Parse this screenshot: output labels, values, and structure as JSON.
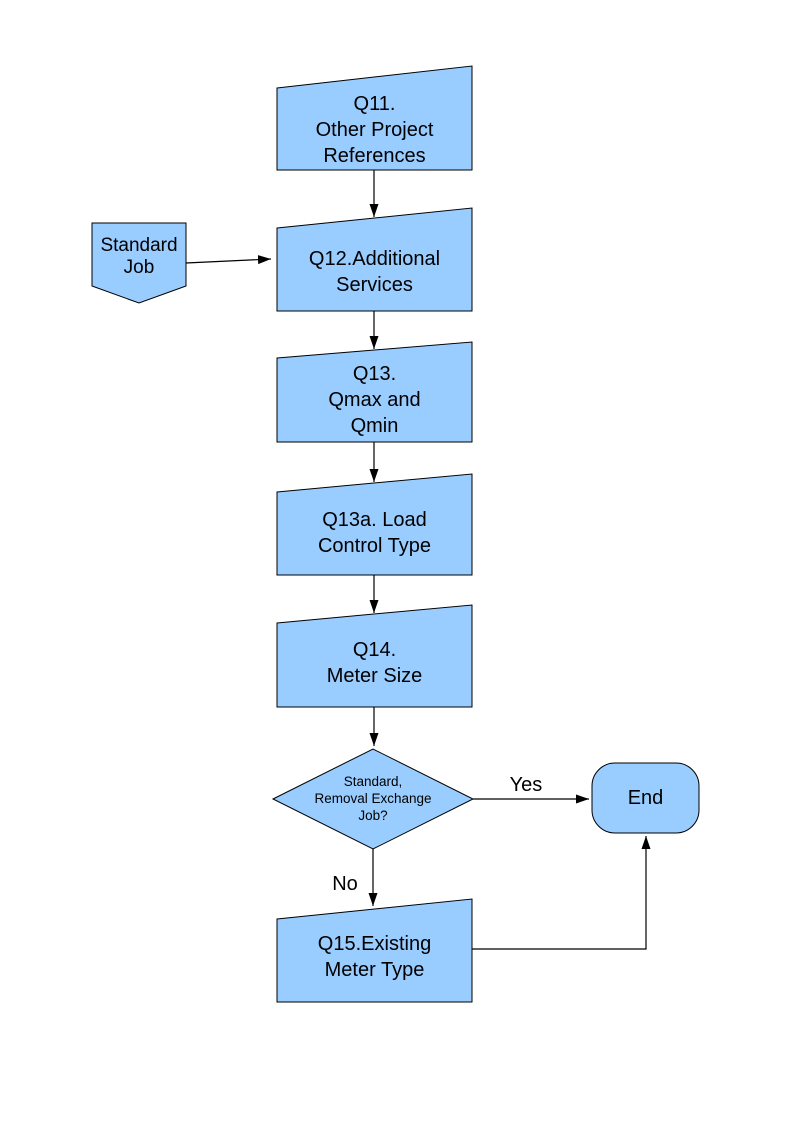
{
  "diagram": {
    "title": "Meter questions flowchart segment",
    "colors": {
      "node_fill": "#99CCFF",
      "node_stroke": "#000000",
      "connector": "#000000",
      "page_background": "#ffffff"
    },
    "nodes": {
      "q11": {
        "shape": "slant-top-rect",
        "label": "Q11.\nOther Project\nReferences"
      },
      "standard_job": {
        "shape": "off-page-connector",
        "label": "Standard\nJob"
      },
      "q12": {
        "shape": "slant-top-rect",
        "label": "Q12.Additional\nServices"
      },
      "q13": {
        "shape": "slant-top-rect",
        "label": "Q13.\nQmax and\nQmin"
      },
      "q13a": {
        "shape": "slant-top-rect",
        "label": "Q13a. Load\nControl Type"
      },
      "q14": {
        "shape": "slant-top-rect",
        "label": "Q14.\nMeter Size"
      },
      "decision": {
        "shape": "diamond",
        "label": "Standard,\nRemoval Exchange\nJob?"
      },
      "end": {
        "shape": "terminator",
        "label": "End"
      },
      "q15": {
        "shape": "slant-top-rect",
        "label": "Q15.Existing\nMeter Type"
      }
    },
    "edge_labels": {
      "yes": "Yes",
      "no": "No"
    }
  }
}
